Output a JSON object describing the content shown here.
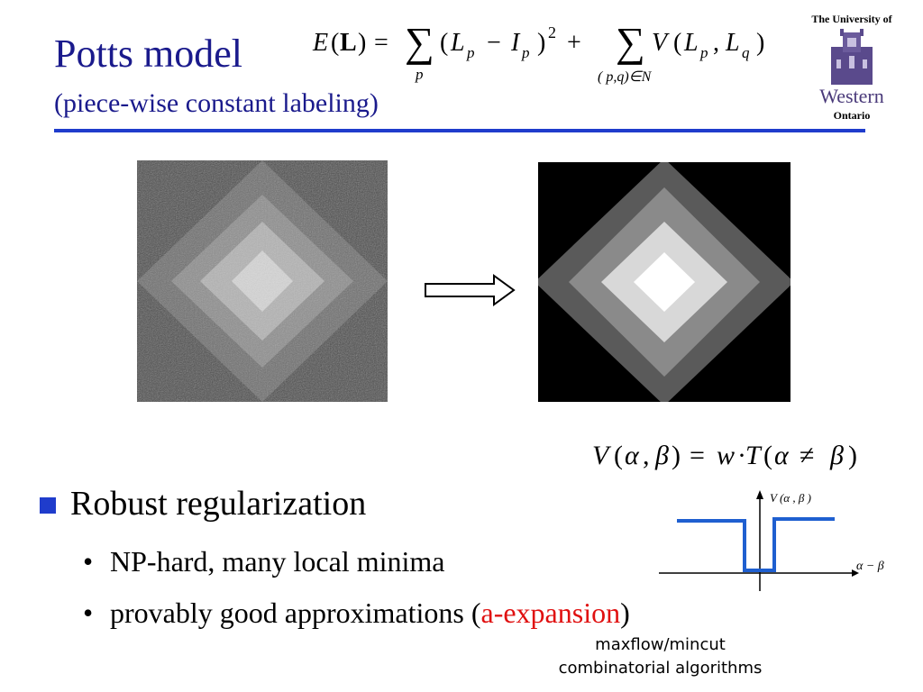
{
  "slide": {
    "title": "Potts model",
    "subtitle": "(piece-wise constant labeling)"
  },
  "logo": {
    "top_text": "The University of",
    "name": "Western",
    "bottom_text": "Ontario"
  },
  "energy_formula": "E(L) = Σ_p (L_p − I_p)² + Σ_{(p,q)∈N} V(L_p, L_q)",
  "potts_formula": "V(α, β) = w·T(α ≠ β)",
  "bullets": {
    "main": "Robust regularization",
    "sub": [
      {
        "marker": "•",
        "text": "NP-hard, many local minima"
      },
      {
        "marker": "•",
        "text_before": "provably good approximations (",
        "highlight": "a-expansion",
        "text_after": ")"
      }
    ]
  },
  "caption": {
    "line1": "maxflow/mincut",
    "line2": "combinatorial algorithms"
  },
  "plot": {
    "y_label": "V (α , β )",
    "x_label": "α − β"
  },
  "colors": {
    "title": "#1a1a8c",
    "rule": "#1f3ccc",
    "highlight": "#e01010",
    "plot_line": "#1f5fd0"
  }
}
